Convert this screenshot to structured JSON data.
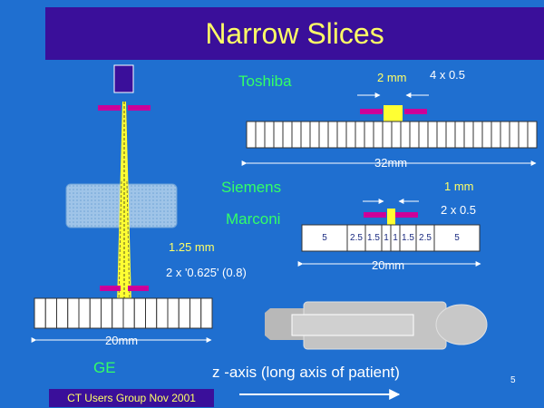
{
  "title": "Narrow Slices",
  "labels": {
    "toshiba": "Toshiba",
    "siemens": "Siemens",
    "marconi": "Marconi",
    "ge": "GE",
    "toshiba_width": "2 mm",
    "toshiba_config": "4 x 0.5",
    "toshiba_span": "32mm",
    "siemens_width": "1 mm",
    "siemens_config": "2 x 0.5",
    "siemens_span": "20mm",
    "ge_width": "1.25 mm",
    "ge_config": "2 x '0.625' (0.8)",
    "ge_span": "20mm",
    "z_axis": "z -axis (long axis of patient)",
    "page_number": "5"
  },
  "siemens_segments": [
    "5",
    "2.5",
    "1.5",
    "1",
    "1",
    "1.5",
    "2.5",
    "5"
  ],
  "footer": "CT Users Group Nov 2001",
  "colors": {
    "background": "#1f6fd0",
    "title_bar": "#3a0f9a",
    "title_text": "#ffff66",
    "vendor_text": "#33ff66",
    "collimator": "#cc0099",
    "beam": "#ffff33"
  }
}
